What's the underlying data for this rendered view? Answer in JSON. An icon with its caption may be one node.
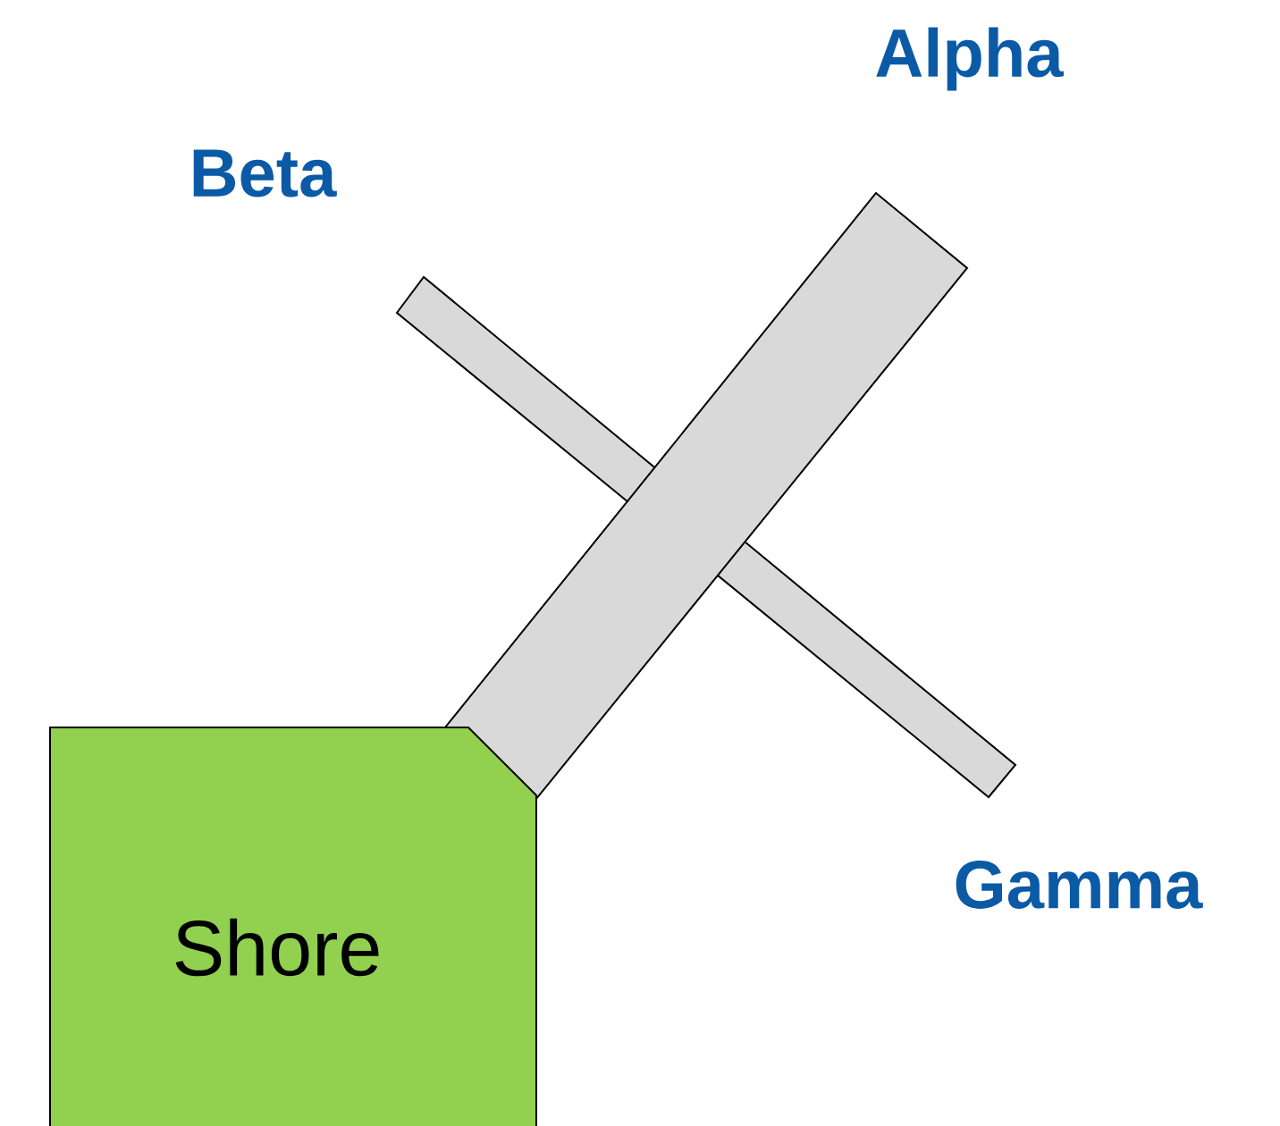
{
  "diagram": {
    "nodes": [
      {
        "text": [
          "Shore"
        ]
      }
    ],
    "labels": [
      "Alpha",
      "Beta",
      "Gamma"
    ]
  }
}
